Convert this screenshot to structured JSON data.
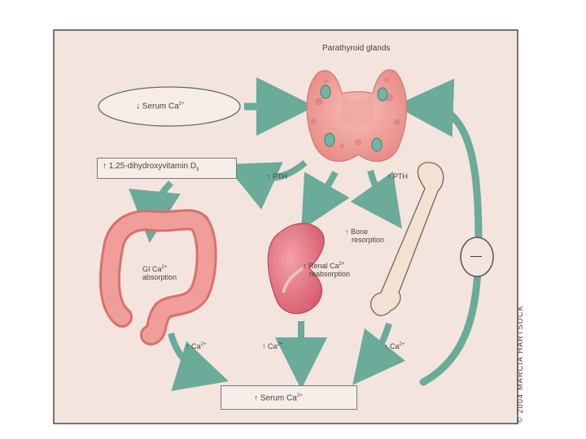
{
  "title": "Parathyroid glands",
  "labels": {
    "serum_ca_top": "Serum Ca",
    "vitamin_d": "1,25-dihydroxyvitamin D",
    "vitamin_d_sub": "3",
    "pth_left": "PTH",
    "pth_right": "PTH",
    "bone_resorption_1": "Bone",
    "bone_resorption_2": "resorption",
    "gi_absorption_1": "GI Ca",
    "gi_absorption_2": "absorption",
    "renal_1": "Renal Ca",
    "renal_2": "reabsorption",
    "ca_gut": "Ca",
    "ca_kidney": "Ca",
    "ca_bone": "Ca",
    "serum_ca_bottom": "Serum Ca",
    "feedback_sign": "—",
    "ion_charge": "2+"
  },
  "arrows": {
    "up": "↑",
    "down": "↓"
  },
  "credit": "© 2004 MARCIA HARTSOCK",
  "colors": {
    "panel_bg": "#f4e4de",
    "arrow": "#6aab9a",
    "tissue": "#ef9e9a",
    "tissue_dark": "#d9706b",
    "gland": "#6fb6a6",
    "kidney": "#e36f7c",
    "bone": "#f3e1d1",
    "border": "#4a4a4a"
  }
}
